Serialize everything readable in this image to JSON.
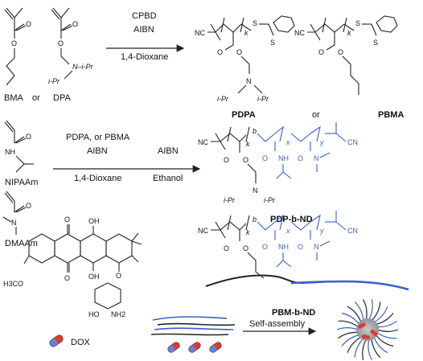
{
  "monomers": {
    "bma": "BMA",
    "or1": "or",
    "dpa": "DPA",
    "nipaam": "NIPAAm",
    "dmaam": "DMAAm",
    "dpa_ipr_left": "i-Pr",
    "dpa_ipr_right": "N–i-Pr"
  },
  "step1": {
    "reagent1": "CPBD",
    "reagent2": "AIBN",
    "solvent": "1,4-Dioxane"
  },
  "step2": {
    "reagent1": "PDPA, or PBMA",
    "reagent2": "AIBN",
    "solvent": "1,4-Dioxane",
    "reagent3": "AIBN",
    "solvent2": "Ethanol"
  },
  "polymers": {
    "pdpa": "PDPA",
    "or2": "or",
    "pbma": "PBMA",
    "pdp_b_nd": "PDP-b-ND",
    "pbm_b_nd": "PBM-b-ND"
  },
  "atoms": {
    "nc": "NC",
    "cn": "CN",
    "s": "S",
    "o": "O",
    "n": "N",
    "nh": "NH",
    "oh": "OH",
    "h3co": "H3CO",
    "nh2": "NH2",
    "ho": "HO",
    "ipr": "i-Pr",
    "k": "k",
    "b": "b",
    "x": "x",
    "y": "y"
  },
  "drug": {
    "label": "DOX"
  },
  "assembly": {
    "label": "Self-assembly"
  },
  "colors": {
    "block_blue": "#3a5fcd",
    "capsule_red": "#e03a2f",
    "capsule_blue": "#6b7fd6",
    "micelle_core": "#9aa0a6"
  }
}
